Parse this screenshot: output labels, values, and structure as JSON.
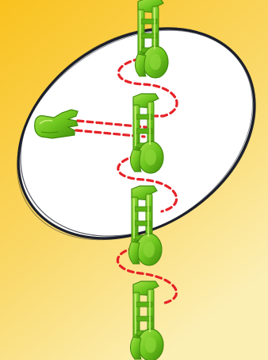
{
  "colors": {
    "background_top": "#F9C21E",
    "background_bottom": "#FCEBA4",
    "oval_fill": "#FFFFFF",
    "oval_outline": "#1C1F2A",
    "part_green": "#6DC51D",
    "part_green_dark": "#3F8A0A",
    "part_green_light": "#A9E24E",
    "connector_dash": "#E52227"
  },
  "parts": {
    "clip_names": [
      "clip-part-1",
      "clip-part-2",
      "clip-part-3",
      "clip-part-4"
    ],
    "connector_piece_name": "connector-piece"
  }
}
